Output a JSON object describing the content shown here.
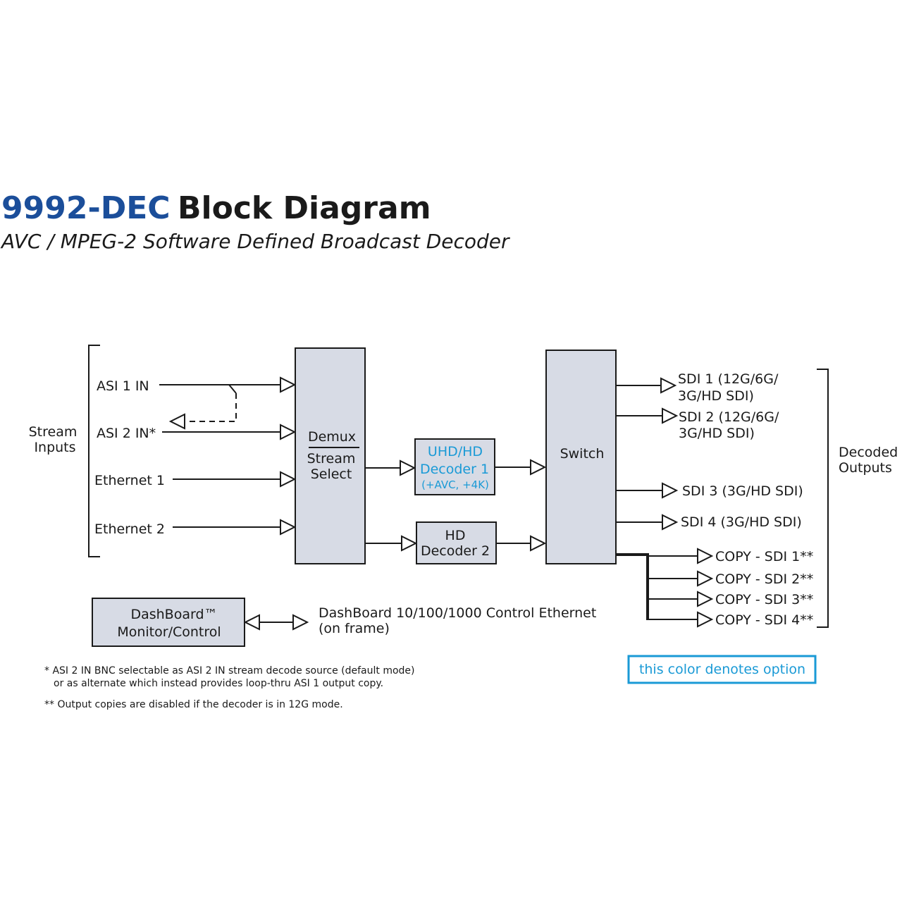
{
  "title": {
    "model": "9992-DEC",
    "rest": "Block Diagram",
    "subtitle": "AVC / MPEG-2 Software Defined Broadcast Decoder"
  },
  "colors": {
    "title_blue": "#1b4e9a",
    "option_cyan": "#1a9ad6",
    "block_fill": "#d7dbe5",
    "line": "#1a1a1a"
  },
  "inputs": {
    "group_label_line1": "Stream",
    "group_label_line2": "Inputs",
    "items": [
      "ASI 1 IN",
      "ASI 2 IN*",
      "Ethernet 1",
      "Ethernet 2"
    ]
  },
  "blocks": {
    "demux_line1": "Demux",
    "demux_line2": "Stream",
    "demux_line3": "Select",
    "decoder1_line1": "UHD/HD",
    "decoder1_line2": "Decoder 1",
    "decoder1_line3": "(+AVC, +4K)",
    "decoder2_line1": "HD",
    "decoder2_line2": "Decoder 2",
    "switch": "Switch",
    "dashboard_line1": "DashBoard™",
    "dashboard_line2": "Monitor/Control"
  },
  "outputs": {
    "group_label_line1": "Decoded",
    "group_label_line2": "Outputs",
    "sdi1_line1": "SDI 1 (12G/6G/",
    "sdi1_line2": "3G/HD SDI)",
    "sdi2_line1": "SDI 2 (12G/6G/",
    "sdi2_line2": "3G/HD SDI)",
    "sdi3": "SDI 3 (3G/HD SDI)",
    "sdi4": "SDI 4 (3G/HD SDI)",
    "copies": [
      "COPY - SDI 1**",
      "COPY - SDI 2**",
      "COPY - SDI 3**",
      "COPY - SDI 4**"
    ]
  },
  "control": {
    "line1": "DashBoard 10/100/1000 Control Ethernet",
    "line2": "(on frame)"
  },
  "notes": {
    "note1_line1": "* ASI 2 IN BNC selectable as ASI 2 IN stream decode source (default mode)",
    "note1_line2": "or as alternate which instead provides loop-thru ASI 1 output copy.",
    "note2": "** Output copies are disabled if the decoder is in 12G mode."
  },
  "legend": {
    "text": "this color denotes option"
  }
}
